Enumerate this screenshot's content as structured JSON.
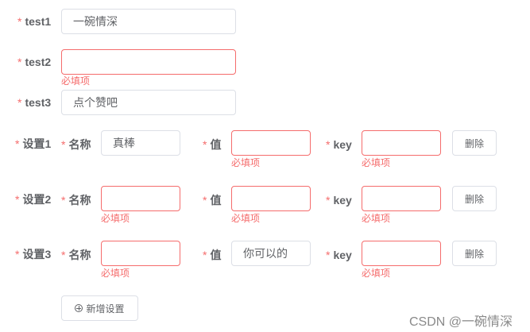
{
  "required_mark": "*",
  "error_text": "必填项",
  "fields": {
    "test1": {
      "label": "test1",
      "value": "一碗情深"
    },
    "test2": {
      "label": "test2",
      "value": ""
    },
    "test3": {
      "label": "test3",
      "value": "点个赞吧"
    }
  },
  "settings": [
    {
      "label": "设置1",
      "name_label": "名称",
      "name_value": "真棒",
      "value_label": "值",
      "value_value": "",
      "key_label": "key",
      "key_value": "",
      "delete_label": "删除"
    },
    {
      "label": "设置2",
      "name_label": "名称",
      "name_value": "",
      "value_label": "值",
      "value_value": "",
      "key_label": "key",
      "key_value": "",
      "delete_label": "删除"
    },
    {
      "label": "设置3",
      "name_label": "名称",
      "name_value": "",
      "value_label": "值",
      "value_value": "你可以的",
      "key_label": "key",
      "key_value": "",
      "delete_label": "删除"
    }
  ],
  "add_button_label": "新增设置",
  "watermark": "CSDN @一碗情深",
  "colors": {
    "error": "#f56c6c",
    "border": "#dcdfe6",
    "text": "#606266"
  }
}
